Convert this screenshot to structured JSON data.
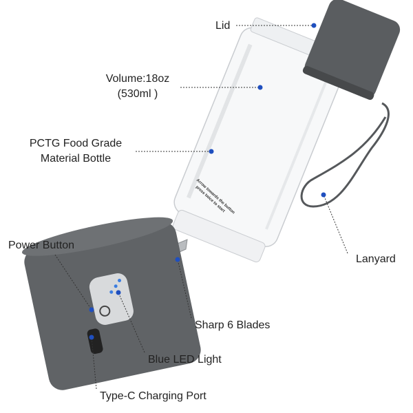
{
  "labels": {
    "lid": "Lid",
    "volume_line1": "Volume:18oz",
    "volume_line2": "(530ml )",
    "material_line1": "PCTG Food Grade",
    "material_line2": "Material Bottle",
    "lanyard": "Lanyard",
    "power_button": "Power Button",
    "blades": "Sharp 6 Blades",
    "led": "Blue LED Light",
    "port": "Type-C Charging Port"
  },
  "bottle_print": {
    "line1": "Arrow towards the button",
    "line2": "press twice to start"
  },
  "colors": {
    "dot": "#1f4fbf",
    "body": "#5f6264",
    "lid": "#5a5d60"
  }
}
